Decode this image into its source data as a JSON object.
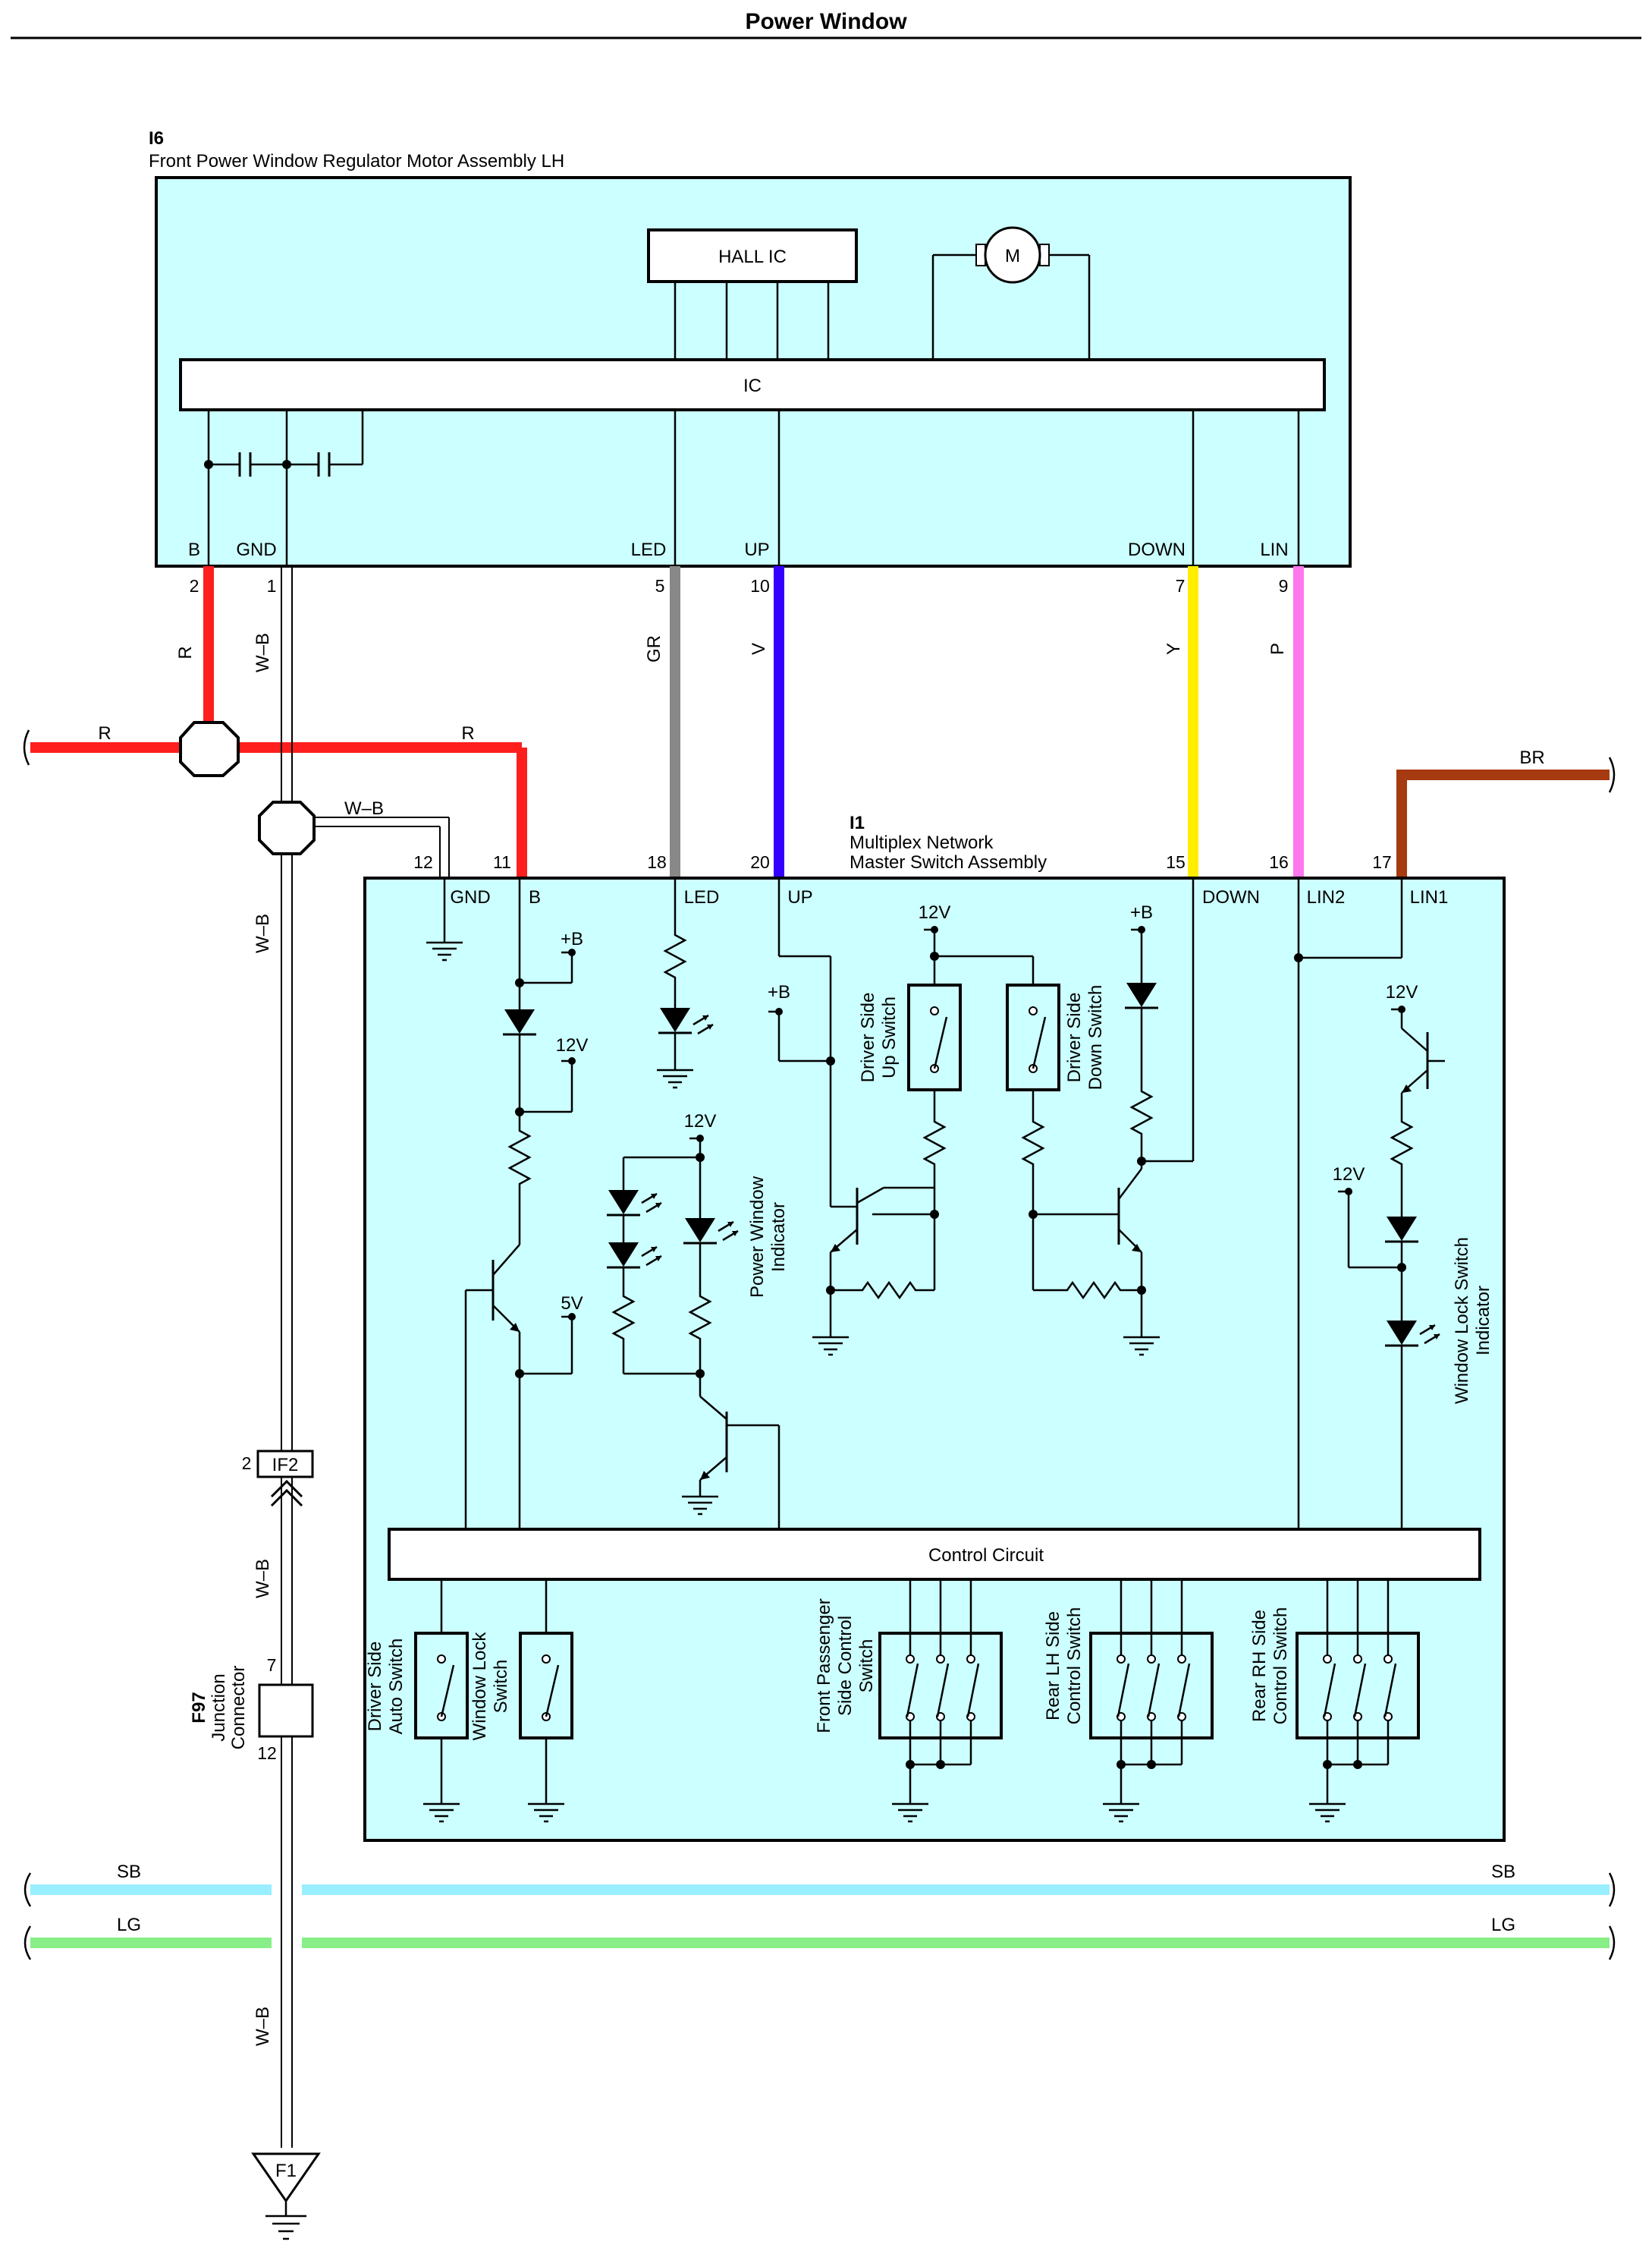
{
  "header": {
    "title": "Power Window"
  },
  "regulator": {
    "code": "I6",
    "name": "Front Power Window Regulator Motor Assembly LH",
    "hall_ic": "HALL IC",
    "motor": "M",
    "ic": "IC",
    "terminals": [
      "B",
      "GND",
      "LED",
      "UP",
      "DOWN",
      "LIN"
    ],
    "pins": [
      "2",
      "1",
      "5",
      "10",
      "7",
      "9"
    ]
  },
  "master_switch": {
    "code": "I1",
    "name_line1": "Multiplex Network",
    "name_line2": "Master Switch Assembly",
    "terminals": [
      "GND",
      "B",
      "LED",
      "UP",
      "DOWN",
      "LIN2",
      "LIN1"
    ],
    "pins": [
      "12",
      "11",
      "18",
      "20",
      "15",
      "16",
      "17"
    ],
    "control_circuit": "Control Circuit",
    "up_switch": [
      "Driver Side",
      "Up Switch"
    ],
    "down_switch": [
      "Driver Side",
      "Down Switch"
    ],
    "pw_indicator": [
      "Power Window",
      "Indicator"
    ],
    "lock_indicator": [
      "Window Lock Switch",
      "Indicator"
    ],
    "auto_switch": [
      "Driver Side",
      "Auto Switch"
    ],
    "lock_switch": [
      "Window Lock",
      "Switch"
    ],
    "fp_switch": [
      "Front Passenger",
      "Side Control",
      "Switch"
    ],
    "rlh_switch": [
      "Rear LH Side",
      "Control Switch"
    ],
    "rrh_switch": [
      "Rear RH Side",
      "Control Switch"
    ],
    "voltages": {
      "plus_b": "+B",
      "v12": "12V",
      "v5": "5V"
    }
  },
  "wires": {
    "R": "R",
    "WB": "W–B",
    "GR": "GR",
    "V": "V",
    "Y": "Y",
    "P": "P",
    "BR": "BR",
    "SB": "SB",
    "LG": "LG"
  },
  "connectors": {
    "if2": "IF2",
    "if2_pin": "2",
    "f97_code": "F97",
    "f97_name1": "Junction",
    "f97_name2": "Connector",
    "f97_pin_top": "7",
    "f97_pin_bottom": "12",
    "ground": "F1"
  },
  "colors": {
    "R": "#ff1e1e",
    "GR": "#888888",
    "V": "#3300ff",
    "Y": "#ffee00",
    "P": "#ff77ee",
    "BR": "#a63a10",
    "SB": "#99eeff",
    "LG": "#88ee88",
    "box": "#ccffff"
  }
}
